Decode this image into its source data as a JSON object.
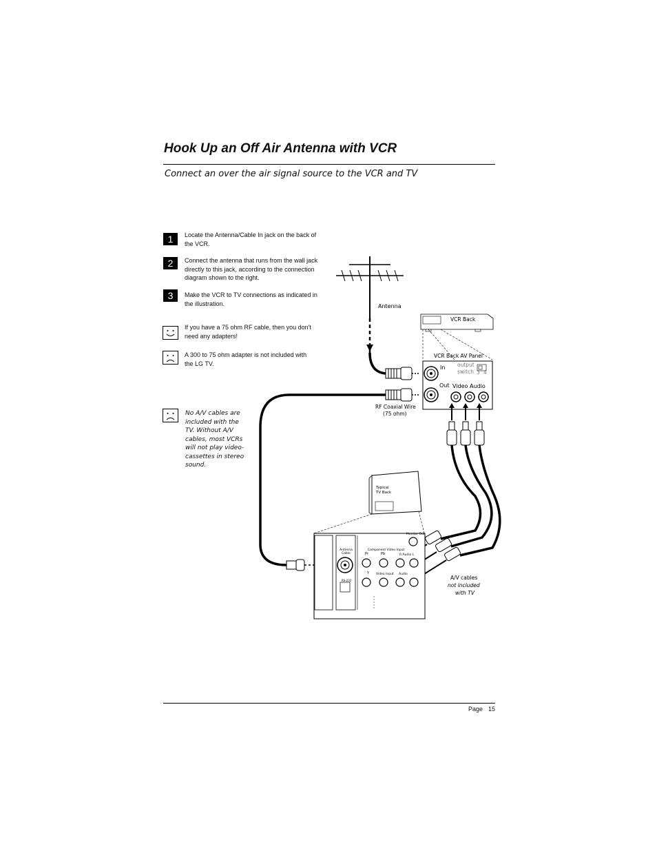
{
  "title": "Hook Up an Off Air Antenna with VCR",
  "subtitle": "Connect an over the air signal source to the VCR and TV",
  "steps": [
    {
      "num": "1",
      "text": "Locate the Antenna/Cable In jack on the back of the VCR."
    },
    {
      "num": "2",
      "text": "Connect the antenna that runs from the wall jack directly to this jack, according to the connection diagram shown to the right."
    },
    {
      "num": "3",
      "text": "Make the VCR to TV connections as indicated in the illustration."
    }
  ],
  "notes": [
    {
      "face": "happy-face-icon",
      "text": "If you have a 75 ohm RF cable, then you don't need any adapters!"
    },
    {
      "face": "sad-face-icon",
      "text": "A 300 to 75 ohm adapter is not included with the LG TV."
    },
    {
      "face": "sad-face-icon",
      "text": "No A/V cables are included with the TV. Without A/V cables, most VCRs will not play video-cassettes in stereo sound."
    }
  ],
  "diagram": {
    "antenna": "Antenna",
    "vcr_back": "VCR Back",
    "vcr_av_panel": "VCR Back AV Panel",
    "in": "In",
    "out": "Out",
    "video": "Video",
    "audio": "Audio",
    "output_switch_1": "output",
    "output_switch_2": "switch",
    "channel_3": "3",
    "channel_4": "4",
    "rf_wire_1": "RF Coaxial Wire",
    "rf_wire_2": "(75 ohm)",
    "typical_tv_1": "Typical",
    "typical_tv_2": "TV Back",
    "antenna_cable_1": "Antenna",
    "antenna_cable_2": "Cable",
    "rs232": "RS-232",
    "component_video": "Component Video Input",
    "pr": "Pr",
    "pb": "Pb",
    "y": "Y",
    "monitor_out": "Monitor Out",
    "r_audio_l": "R Audio L",
    "video_input": "Video Input",
    "audio_input": "Audio",
    "av_cables_1": "A/V cables",
    "av_cables_2": "not included",
    "av_cables_3": "with TV"
  },
  "footer": {
    "page_label": "Page",
    "page_number": "15"
  }
}
